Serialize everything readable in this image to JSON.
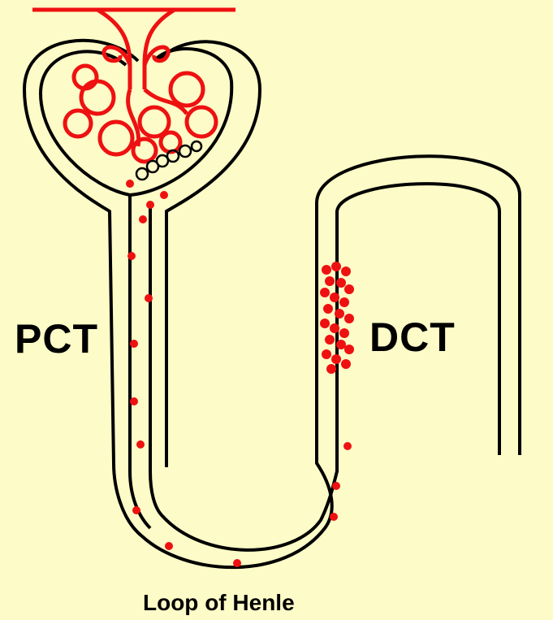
{
  "labels": {
    "pct": "PCT",
    "dct": "DCT",
    "loop": "Loop of Henle"
  },
  "colors": {
    "background": "#fdfbc7",
    "outline": "#000000",
    "blood_vessel": "#ee1111",
    "particles": "#ee1111"
  },
  "icons": {
    "glomerulus": "capillary-tuft",
    "afferent_arteriole": "blood-vessel",
    "particles": "red-dots"
  }
}
